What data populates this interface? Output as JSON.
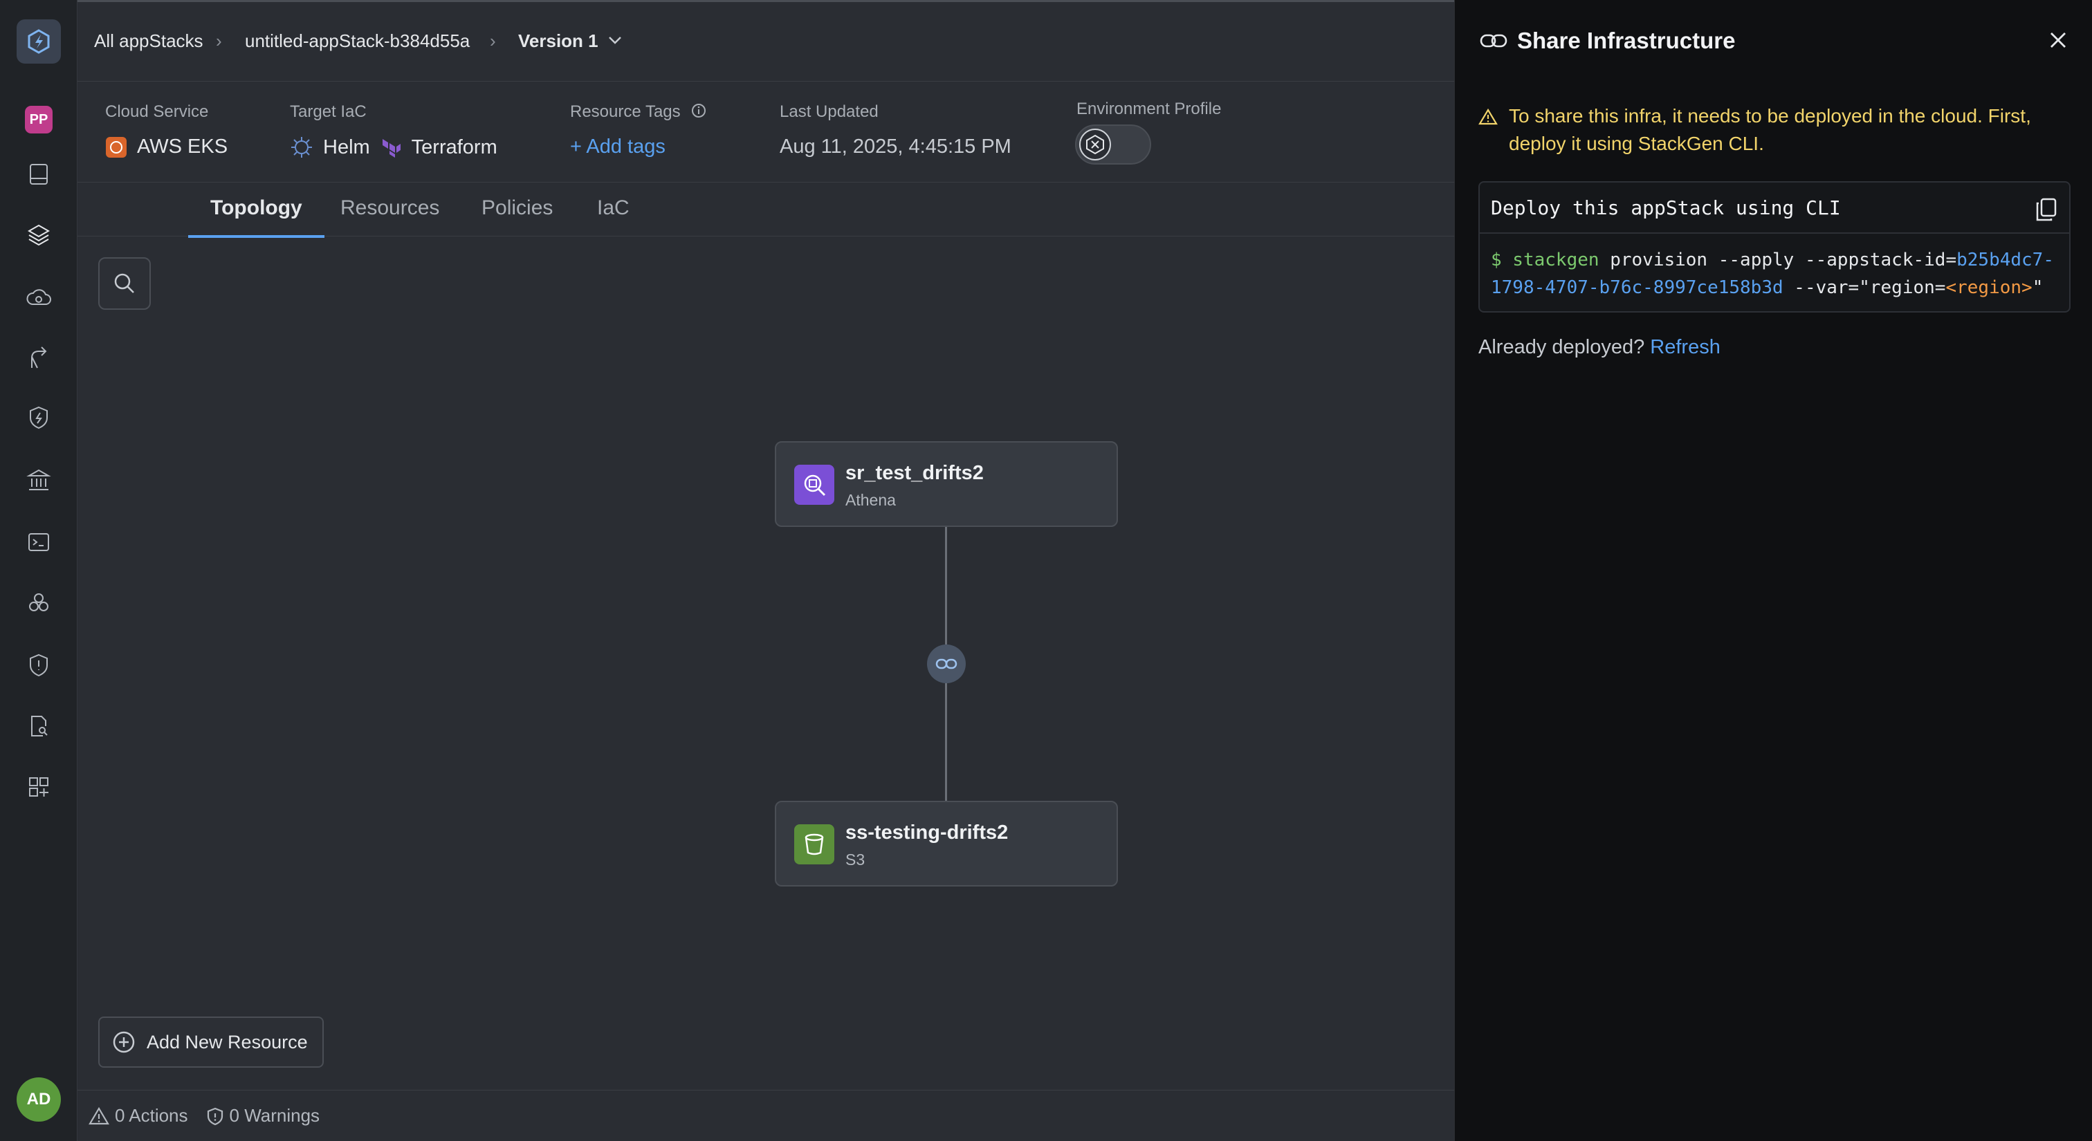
{
  "breadcrumb": {
    "root": "All appStacks",
    "stack": "untitled-appStack-b384d55a",
    "version": "Version 1"
  },
  "sidebar": {
    "workspace_badge": "PP",
    "avatar": "AD",
    "icons": [
      "book-icon",
      "layers-icon",
      "cloud-search-icon",
      "branch-icon",
      "shield-bolt-icon",
      "bank-icon",
      "terminal-icon",
      "cubes-icon",
      "shield-alert-icon",
      "doc-search-icon",
      "grid-plus-icon"
    ]
  },
  "info": {
    "cloud_service_label": "Cloud Service",
    "cloud_service_value": "AWS EKS",
    "target_iac_label": "Target IaC",
    "iac_helm": "Helm",
    "iac_terraform": "Terraform",
    "resource_tags_label": "Resource Tags",
    "add_tags": "+ Add tags",
    "last_updated_label": "Last Updated",
    "last_updated_value": "Aug 11, 2025, 4:45:15 PM",
    "env_profile_label": "Environment Profile"
  },
  "tabs": [
    "Topology",
    "Resources",
    "Policies",
    "IaC"
  ],
  "nodes": [
    {
      "title": "sr_test_drifts2",
      "subtitle": "Athena"
    },
    {
      "title": "ss-testing-drifts2",
      "subtitle": "S3"
    }
  ],
  "add_resource_label": "Add New Resource",
  "footer": {
    "actions": "0 Actions",
    "warnings": "0 Warnings"
  },
  "panel": {
    "title": "Share Infrastructure",
    "warning": "To share this infra, it needs to be deployed in the cloud. First, deploy it using StackGen CLI.",
    "code_title": "Deploy this appStack using CLI",
    "cmd_prompt": "$ stackgen",
    "cmd_part1": " provision --apply --appstack-id=",
    "cmd_id": "b25b4dc7-1798-4707-b76c-8997ce158b3d",
    "cmd_part2": " --var=\"region=",
    "cmd_region": "<region>",
    "cmd_end": "\"",
    "already_text": "Already deployed?",
    "refresh_label": "Refresh"
  },
  "colors": {
    "accent": "#5aa1f0",
    "warning": "#f2d46b",
    "athena": "#7b4fd6",
    "s3": "#5b8f3a"
  }
}
